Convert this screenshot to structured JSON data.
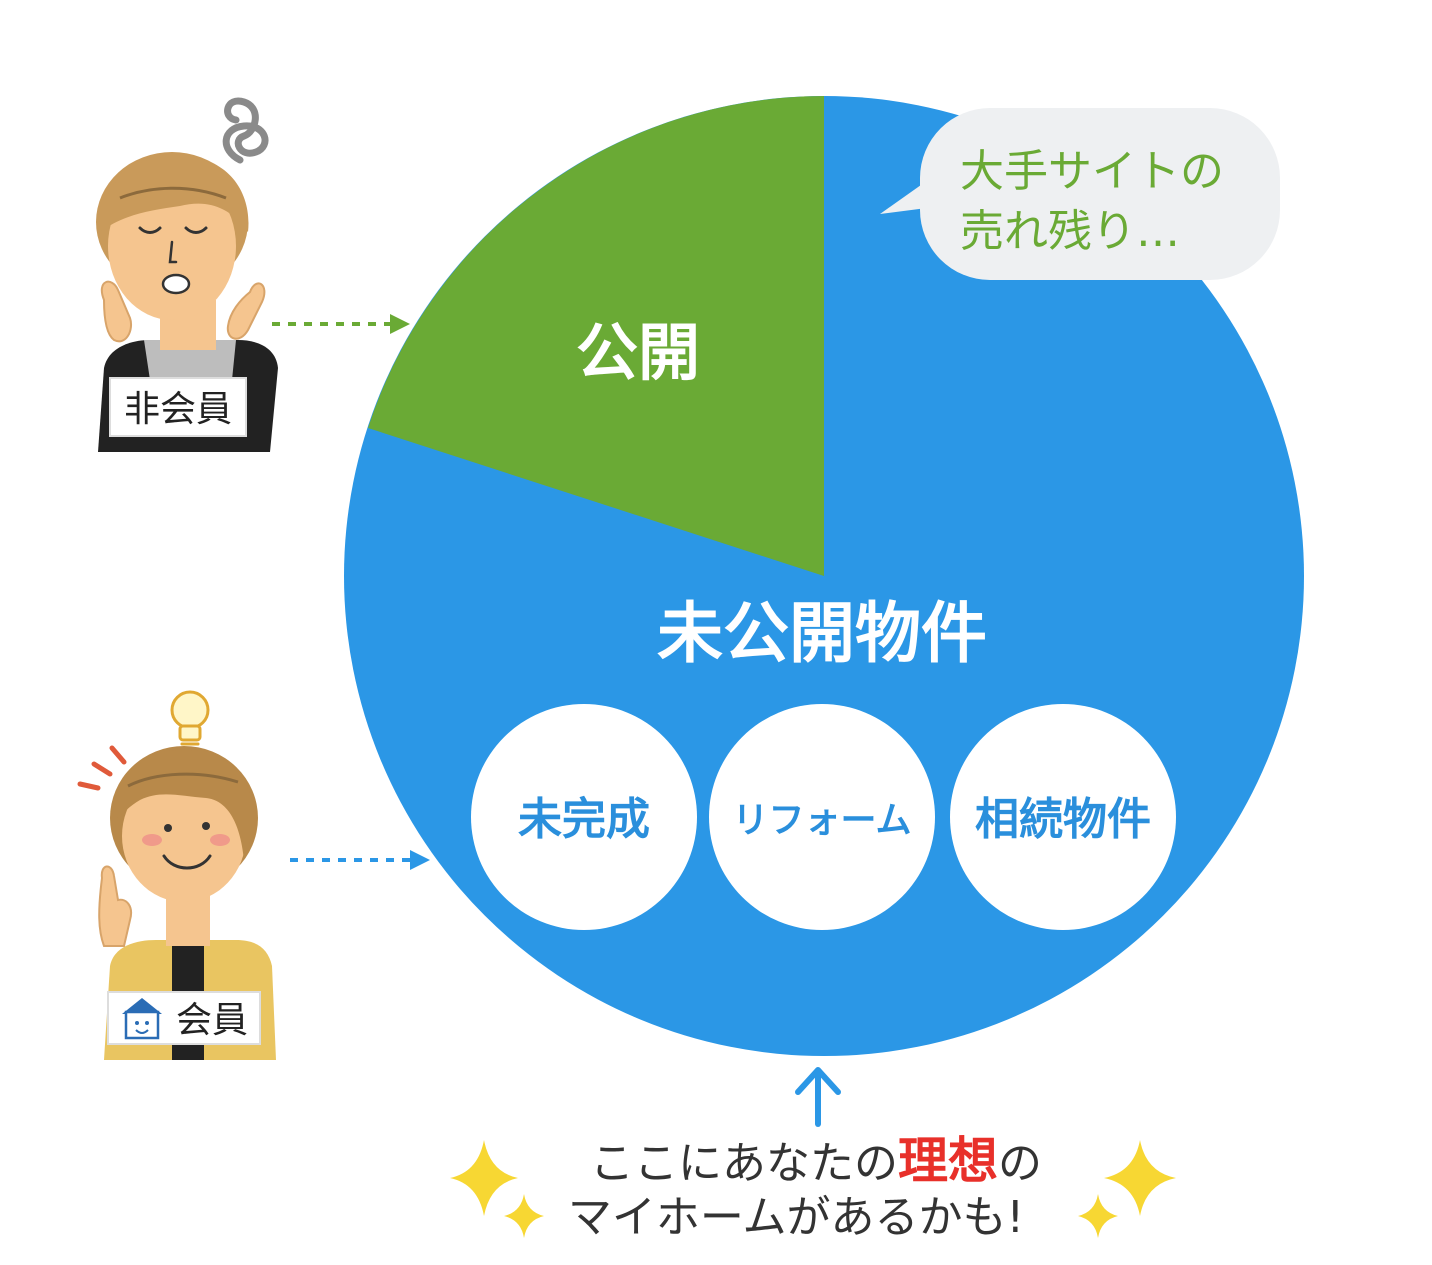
{
  "colors": {
    "blue": "#2b97e6",
    "green": "#6aaa35",
    "sub_text": "#2a8fdc",
    "highlight_red": "#e8302a",
    "bubble": "#eef0f2",
    "sparkle": "#f7d733"
  },
  "pie": {
    "public_label": "公開",
    "unpublished_label": "未公開物件",
    "categories": [
      "未完成",
      "リフォーム",
      "相続物件"
    ]
  },
  "speech_bubble": {
    "line1": "大手サイトの",
    "line2": "売れ残り…"
  },
  "persons": {
    "non_member_label": "非会員",
    "member_label": "会員"
  },
  "caption": {
    "line1_before": "ここにあなたの",
    "line1_highlight": "理想",
    "line1_after": "の",
    "line2": "マイホームがあるかも!"
  }
}
